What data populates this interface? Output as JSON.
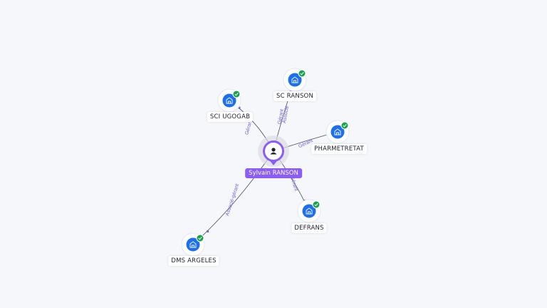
{
  "graph": {
    "center": {
      "name": "Sylvain RANSON",
      "icon": "person-icon",
      "color": "#8b5cf6"
    },
    "companies": [
      {
        "id": "sci-ugogab",
        "name": "SCI UGOGAB",
        "relations": [
          "Gérant"
        ],
        "icon": "building-icon",
        "badge": "verified-check-icon"
      },
      {
        "id": "sc-ranson",
        "name": "SC RANSON",
        "relations": [
          "Gérant",
          "Associé"
        ],
        "icon": "building-icon",
        "badge": "verified-check-icon"
      },
      {
        "id": "pharmetretat",
        "name": "PHARMETRETAT",
        "relations": [
          "Gérant"
        ],
        "icon": "building-icon",
        "badge": "verified-check-icon"
      },
      {
        "id": "defrans",
        "name": "DEFRANS",
        "relations": [
          "Gérant"
        ],
        "icon": "building-icon",
        "badge": "verified-check-icon"
      },
      {
        "id": "dms-argeles",
        "name": "DMS ARGELES",
        "relations": [
          "Associé-gérant"
        ],
        "icon": "building-icon",
        "badge": "verified-check-icon"
      }
    ],
    "colors": {
      "company_node": "#1e6ff0",
      "badge": "#16a34a",
      "edge_label": "#6f5fd1"
    }
  }
}
